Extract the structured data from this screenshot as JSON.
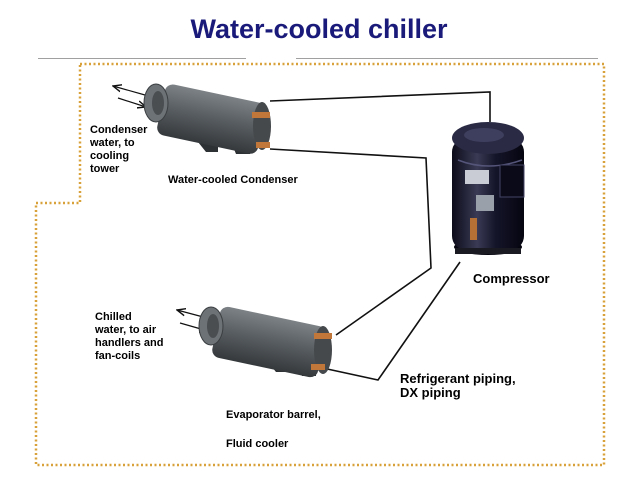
{
  "title": "Water-cooled chiller",
  "labels": {
    "condenser_water": [
      "Condenser",
      "water, to",
      "cooling",
      "tower"
    ],
    "condenser": "Water-cooled Condenser",
    "compressor": "Compressor",
    "chilled_water": [
      "Chilled",
      "water, to air",
      "handlers and",
      "fan-coils"
    ],
    "refrigerant_piping": [
      "Refrigerant piping,",
      "DX piping"
    ],
    "evaporator": "Evaporator barrel,",
    "fluid_cooler": "Fluid cooler"
  },
  "colors": {
    "title": "#1a1a7a",
    "border": "#d9a13a",
    "pipe": "#111111",
    "barrel": "#55595c",
    "copper": "#c1763a"
  }
}
